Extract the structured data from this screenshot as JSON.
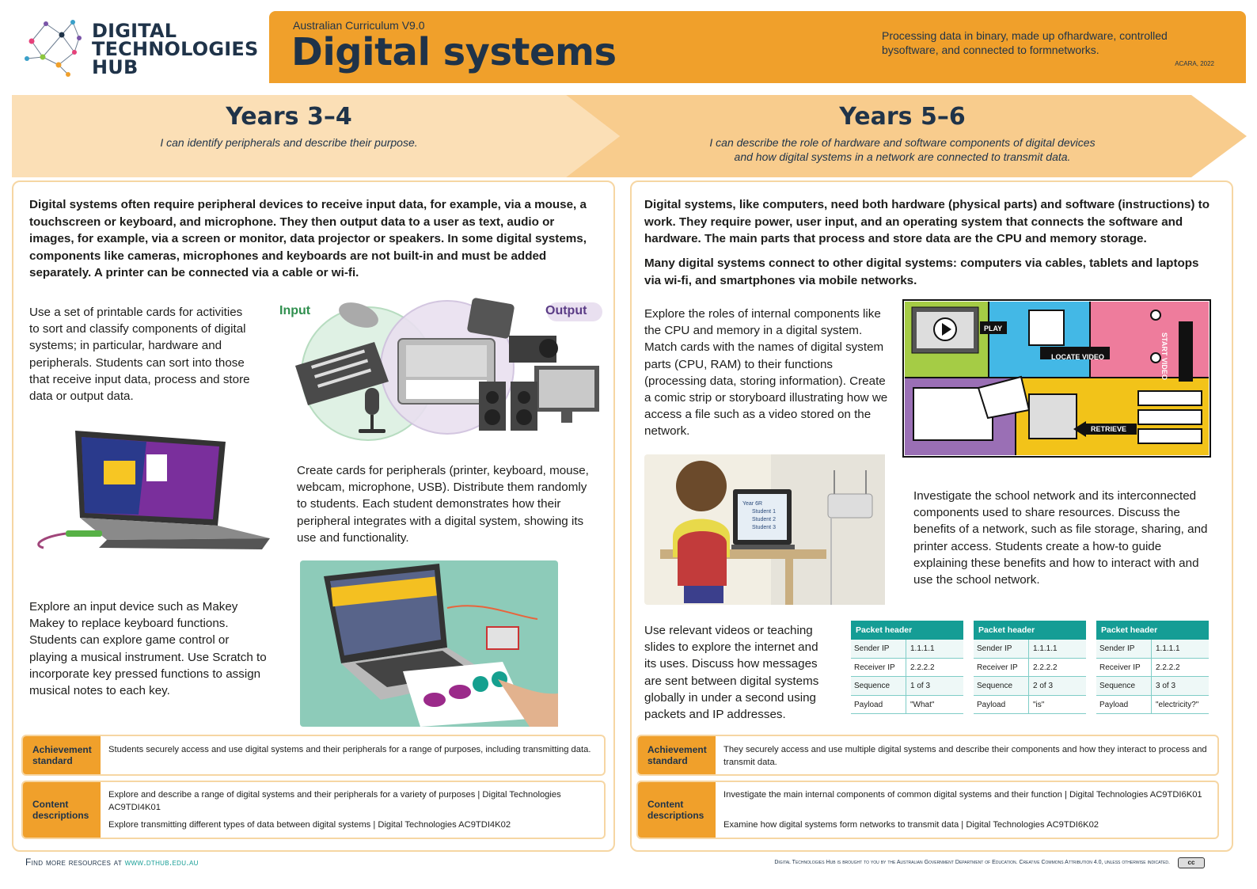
{
  "header": {
    "logo_line1": "DIGITAL",
    "logo_line2": "TECHNOLOGIES",
    "logo_line3": "HUB",
    "curriculum": "Australian Curriculum V9.0",
    "title": "Digital systems",
    "description": "Processing data in binary, made up ofhardware, controlled bysoftware, and connected to formnetworks.",
    "citation": "ACARA, 2022"
  },
  "left": {
    "year": "Years 3–4",
    "statement": "I can identify peripherals and describe their purpose.",
    "intro": "Digital systems often require peripheral devices to receive input data, for example, via a mouse, a touchscreen or keyboard, and microphone. They then output data to a user as text, audio or images, for example, via a screen or monitor, data projector or speakers. In some digital systems, components like cameras, microphones and keyboards are not built-in and must be added separately. A printer can be connected via a cable or wi-fi.",
    "activity1": "Use a set of printable cards for activities to sort and classify components of digital systems; in particular, hardware and peripherals. Students can sort into those that receive input data, process and store data or output data.",
    "venn_input": "Input",
    "venn_output": "Output",
    "activity2": "Create cards for peripherals (printer, keyboard, mouse, webcam, microphone, USB). Distribute them randomly to students. Each student demonstrates how their peripheral integrates with a digital system, showing its use and functionality.",
    "activity3": "Explore an input device such as Makey Makey to replace keyboard functions. Students can explore game control or playing  a musical instrument. Use Scratch to incorporate key pressed functions to assign musical notes to each key.",
    "achievement_label": "Achievement standard",
    "achievement_text": "Students securely access and use digital systems and their peripherals for a range of purposes, including transmitting data.",
    "content_label": "Content descriptions",
    "content_1": "Explore and describe a range of digital systems and their peripherals for a variety of purposes  |  Digital Technologies AC9TDI4K01",
    "content_2": "Explore transmitting different types of data between digital systems  |  Digital Technologies AC9TDI4K02"
  },
  "right": {
    "year": "Years 5–6",
    "statement_line1": "I can describe the role of hardware and software components of digital devices",
    "statement_line2": "and how digital systems in a network are connected to transmit data.",
    "intro1": "Digital systems, like computers, need both hardware (physical parts) and software (instructions) to work. They require power, user input, and an operating system that connects the software and hardware. The main parts that process and store data are the CPU and memory storage.",
    "intro2": "Many digital systems connect to other digital systems: computers via cables, tablets and laptops via wi-fi, and smartphones via mobile networks.",
    "activity1": "Explore the roles of internal components like the CPU and memory in a digital system. Match cards with the names of digital system parts (CPU, RAM) to their functions (processing data, storing information). Create a comic strip or storyboard illustrating how we access a file such as a video stored on the network.",
    "comic_play": "PLAY",
    "comic_locate": "LOCATE VIDEO",
    "comic_start": "START VIDEO",
    "comic_retrieve": "RETRIEVE",
    "folder_title": "Year 6R",
    "folder_items": [
      "Student 1",
      "Student 2",
      "Student 3"
    ],
    "activity2": "Investigate the school network and its interconnected components used to share resources. Discuss the benefits of a network, such as file storage, sharing, and printer access. Students create a how-to guide explaining these benefits and how to interact with and use the school network.",
    "activity3": "Use relevant videos or teaching slides to explore the internet and its uses. Discuss how messages are sent between digital systems globally in under a second using packets and IP addresses.",
    "packets": [
      {
        "header": "Packet header",
        "rows": [
          [
            "Sender IP",
            "1.1.1.1"
          ],
          [
            "Receiver IP",
            "2.2.2.2"
          ],
          [
            "Sequence",
            "1 of 3"
          ],
          [
            "Payload",
            "\"What\""
          ]
        ]
      },
      {
        "header": "Packet header",
        "rows": [
          [
            "Sender IP",
            "1.1.1.1"
          ],
          [
            "Receiver IP",
            "2.2.2.2"
          ],
          [
            "Sequence",
            "2 of 3"
          ],
          [
            "Payload",
            "\"is\""
          ]
        ]
      },
      {
        "header": "Packet header",
        "rows": [
          [
            "Sender IP",
            "1.1.1.1"
          ],
          [
            "Receiver IP",
            "2.2.2.2"
          ],
          [
            "Sequence",
            "3 of 3"
          ],
          [
            "Payload",
            "\"electricity?\""
          ]
        ]
      }
    ],
    "achievement_label": "Achievement standard",
    "achievement_text": "They securely access and use multiple digital systems and describe their components and how they interact to process and transmit data.",
    "content_label": "Content descriptions",
    "content_1": "Investigate the main internal components of common digital systems and their function  |  Digital Technologies AC9TDI6K01",
    "content_2": "Examine how digital systems form networks to transmit data  |  Digital Technologies AC9TDI6K02"
  },
  "footer": {
    "find_more": "Find more resources at",
    "url": "www.dthub.edu.au",
    "credit": "Digital Technologies Hub is brought to you by the Australian Government Department of Education. Creative Commons Attribution 4.0, unless otherwise indicated.",
    "cc_badge": "cc"
  }
}
